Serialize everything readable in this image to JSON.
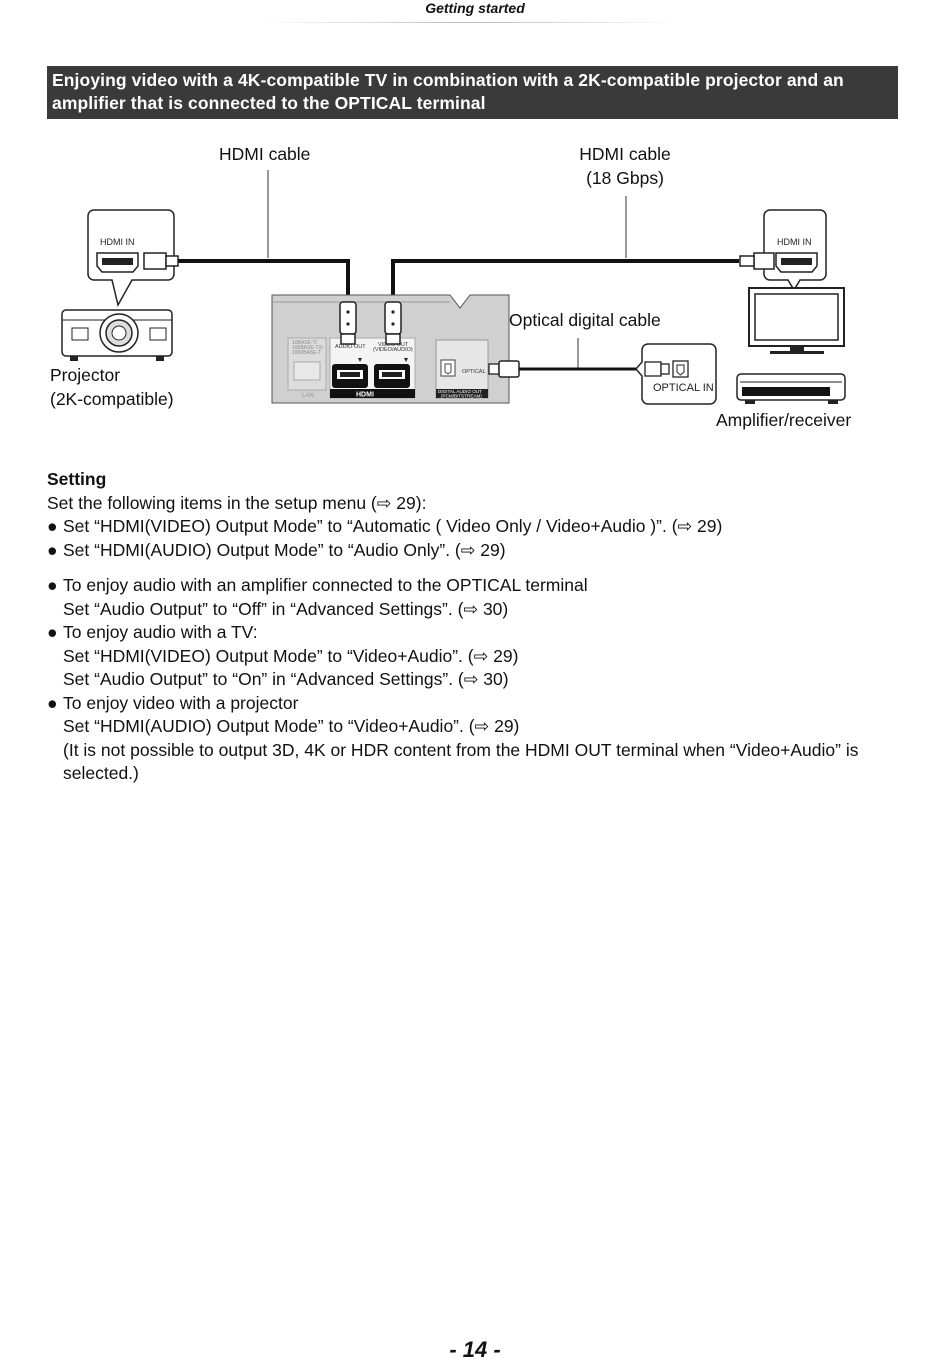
{
  "header": {
    "running_title": "Getting started"
  },
  "section_title": "Enjoying video with a 4K-compatible TV in combination with a 2K-compatible projector and an amplifier that is connected to the OPTICAL terminal",
  "diagram": {
    "callout_hdmi_cable_left": "HDMI cable",
    "callout_hdmi_cable_right_line1": "HDMI cable",
    "callout_hdmi_cable_right_line2": "(18 Gbps)",
    "callout_optical_cable": "Optical digital cable",
    "projector_line1": "Projector",
    "projector_line2": "(2K-compatible)",
    "amplifier_label": "Amplifier/receiver",
    "hdmi_in_left": "HDMI IN",
    "hdmi_in_right": "HDMI IN",
    "optical_in": "OPTICAL IN",
    "player_lan_spec": [
      "10BASE-T/",
      "100BASE-TX/",
      "1000BASE-T"
    ],
    "player_lan": "LAN",
    "player_audio_out": "AUDIO OUT",
    "player_video_out_line1": "VIDEO OUT",
    "player_video_out_line2": "(VIDEO/AUDIO)",
    "player_hdmi_logo": "HDMI",
    "player_optical": "OPTICAL",
    "player_digital_audio_out_line1": "DIGITAL AUDIO OUT",
    "player_digital_audio_out_line2": "(PCM/BITSTREAM)"
  },
  "setting": {
    "heading": "Setting",
    "intro": "Set the following items in the setup menu (⇨ 29):",
    "bullet": "●",
    "items": [
      "Set “HDMI(VIDEO) Output Mode” to “Automatic ( Video Only / Video+Audio )”. (⇨ 29)",
      "Set “HDMI(AUDIO) Output Mode” to “Audio Only”. (⇨ 29)"
    ],
    "notes": [
      {
        "lines": [
          "To enjoy audio with an amplifier connected to the OPTICAL terminal",
          "Set “Audio Output” to “Off” in “Advanced Settings”. (⇨ 30)"
        ]
      },
      {
        "lines": [
          "To enjoy audio with a TV:",
          "Set “HDMI(VIDEO) Output Mode” to “Video+Audio”. (⇨ 29)",
          "Set “Audio Output” to “On” in “Advanced Settings”. (⇨ 30)"
        ]
      },
      {
        "lines": [
          "To enjoy video with a projector",
          "Set “HDMI(AUDIO) Output Mode” to “Video+Audio”. (⇨ 29)",
          "(It is not possible to output 3D, 4K or HDR content from the HDMI OUT terminal when “Video+Audio” is selected.)"
        ]
      }
    ]
  },
  "footer": {
    "page_number": "- 14 -"
  },
  "colors": {
    "banner_bg": "#3a3a3a",
    "banner_text": "#ffffff",
    "player_body": "#cfcfcf"
  }
}
